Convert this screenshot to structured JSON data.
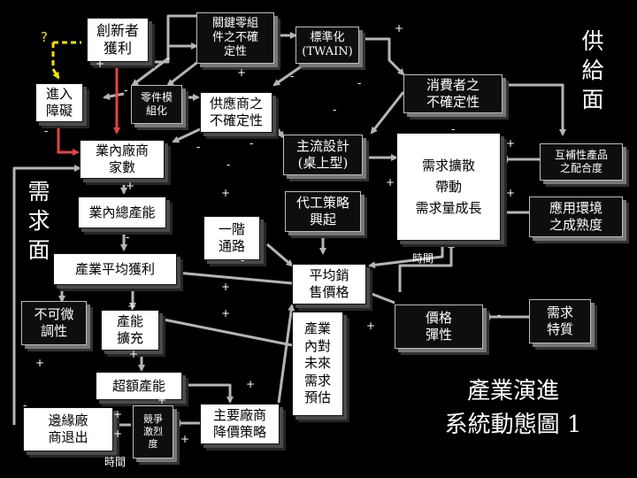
{
  "side_titles": {
    "supply": "供\n給\n面",
    "demand": "需\n求\n面"
  },
  "nodes": {
    "innovator_profit": "創新者\n獲利",
    "key_components": "關鍵零組\n件之不確\n定性",
    "standardization": "標準化\n(TWAIN)",
    "entry_barrier": "進入\n障礙",
    "component_modularization": "零件模\n組化",
    "supplier_uncertainty": "供應商之\n不確定性",
    "consumer_uncertainty": "消費者之\n不確定性",
    "num_firms": "業內廠商\n家數",
    "dominant_design": "主流設計\n(桌上型)",
    "demand_diffusion": "需求擴散\n帶動\n需求量成長",
    "complementary_fit": "互補性產品\n之配合度",
    "total_capacity": "業內總產能",
    "oem_strategy": "代工策略\n興起",
    "app_env_maturity": "應用環境\n之成熟度",
    "tier1_channel": "一階\n通路",
    "industry_avg_profit": "產業平均獲利",
    "avg_price": "平均銷\n售價格",
    "not_adjusted": "不可微\n調性",
    "capacity_expansion": "產能\n擴充",
    "industry_future_demand": "產業\n內對\n未來\n需求\n預估",
    "price_elasticity": "價格\n彈性",
    "demand_characteristics": "需求\n特質",
    "excess_capacity": "超額產能",
    "marginal_exit": "邊緣廠\n商退出",
    "competition_intensity": "競爭\n激烈\n度",
    "major_price_cut": "主要廠商\n降價策略"
  },
  "annotations": {
    "plus": "+",
    "minus": "-",
    "question": "?",
    "time": "時間"
  },
  "title": "產業演進\n系統動態圖 1",
  "colors": {
    "line": "#b5b5b5",
    "red": "#e04545",
    "yellow": "#f2e200",
    "dark_box": "#0e0e0e",
    "light_box": "#ffffff"
  }
}
